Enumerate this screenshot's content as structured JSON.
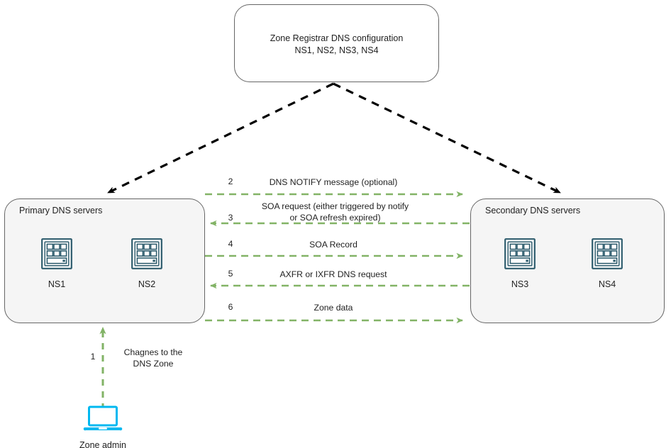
{
  "diagram": {
    "title_node": {
      "label": "Zone Registrar DNS configuration\nNS1, NS2, NS3, NS4"
    },
    "primary_zone": {
      "title": "Primary DNS servers",
      "servers": [
        {
          "name": "NS1",
          "icon": "server-icon"
        },
        {
          "name": "NS2",
          "icon": "server-icon"
        }
      ]
    },
    "secondary_zone": {
      "title": "Secondary DNS servers",
      "servers": [
        {
          "name": "NS3",
          "icon": "server-icon"
        },
        {
          "name": "NS4",
          "icon": "server-icon"
        }
      ]
    },
    "admin": {
      "label": "Zone admin",
      "icon": "laptop-icon"
    },
    "flows": [
      {
        "number": "1",
        "label": "Chagnes to the\nDNS Zone",
        "direction": "up",
        "from": "Zone admin",
        "to": "Primary DNS servers"
      },
      {
        "number": "2",
        "label": "DNS NOTIFY message (optional)",
        "direction": "right",
        "from": "Primary DNS servers",
        "to": "Secondary DNS servers"
      },
      {
        "number": "3",
        "label": "SOA request (either triggered by notify\nor SOA refresh expired)",
        "direction": "left",
        "from": "Secondary DNS servers",
        "to": "Primary DNS servers"
      },
      {
        "number": "4",
        "label": "SOA Record",
        "direction": "right",
        "from": "Primary DNS servers",
        "to": "Secondary DNS servers"
      },
      {
        "number": "5",
        "label": "AXFR or IXFR DNS request",
        "direction": "left",
        "from": "Secondary DNS servers",
        "to": "Primary DNS servers"
      },
      {
        "number": "6",
        "label": "Zone data",
        "direction": "right",
        "from": "Primary DNS servers",
        "to": "Secondary DNS servers"
      }
    ],
    "registrar_links": [
      {
        "to": "Primary DNS servers",
        "style": "dashed-black"
      },
      {
        "to": "Secondary DNS servers",
        "style": "dashed-black"
      }
    ],
    "colors": {
      "flow_arrow": "#82b366",
      "registrar_arrow": "#000000",
      "server_icon": "#2f5d6e",
      "laptop_icon": "#00b8f0",
      "zone_fill": "#f5f5f5",
      "zone_stroke": "#666666",
      "text": "#1f1f1f"
    }
  }
}
